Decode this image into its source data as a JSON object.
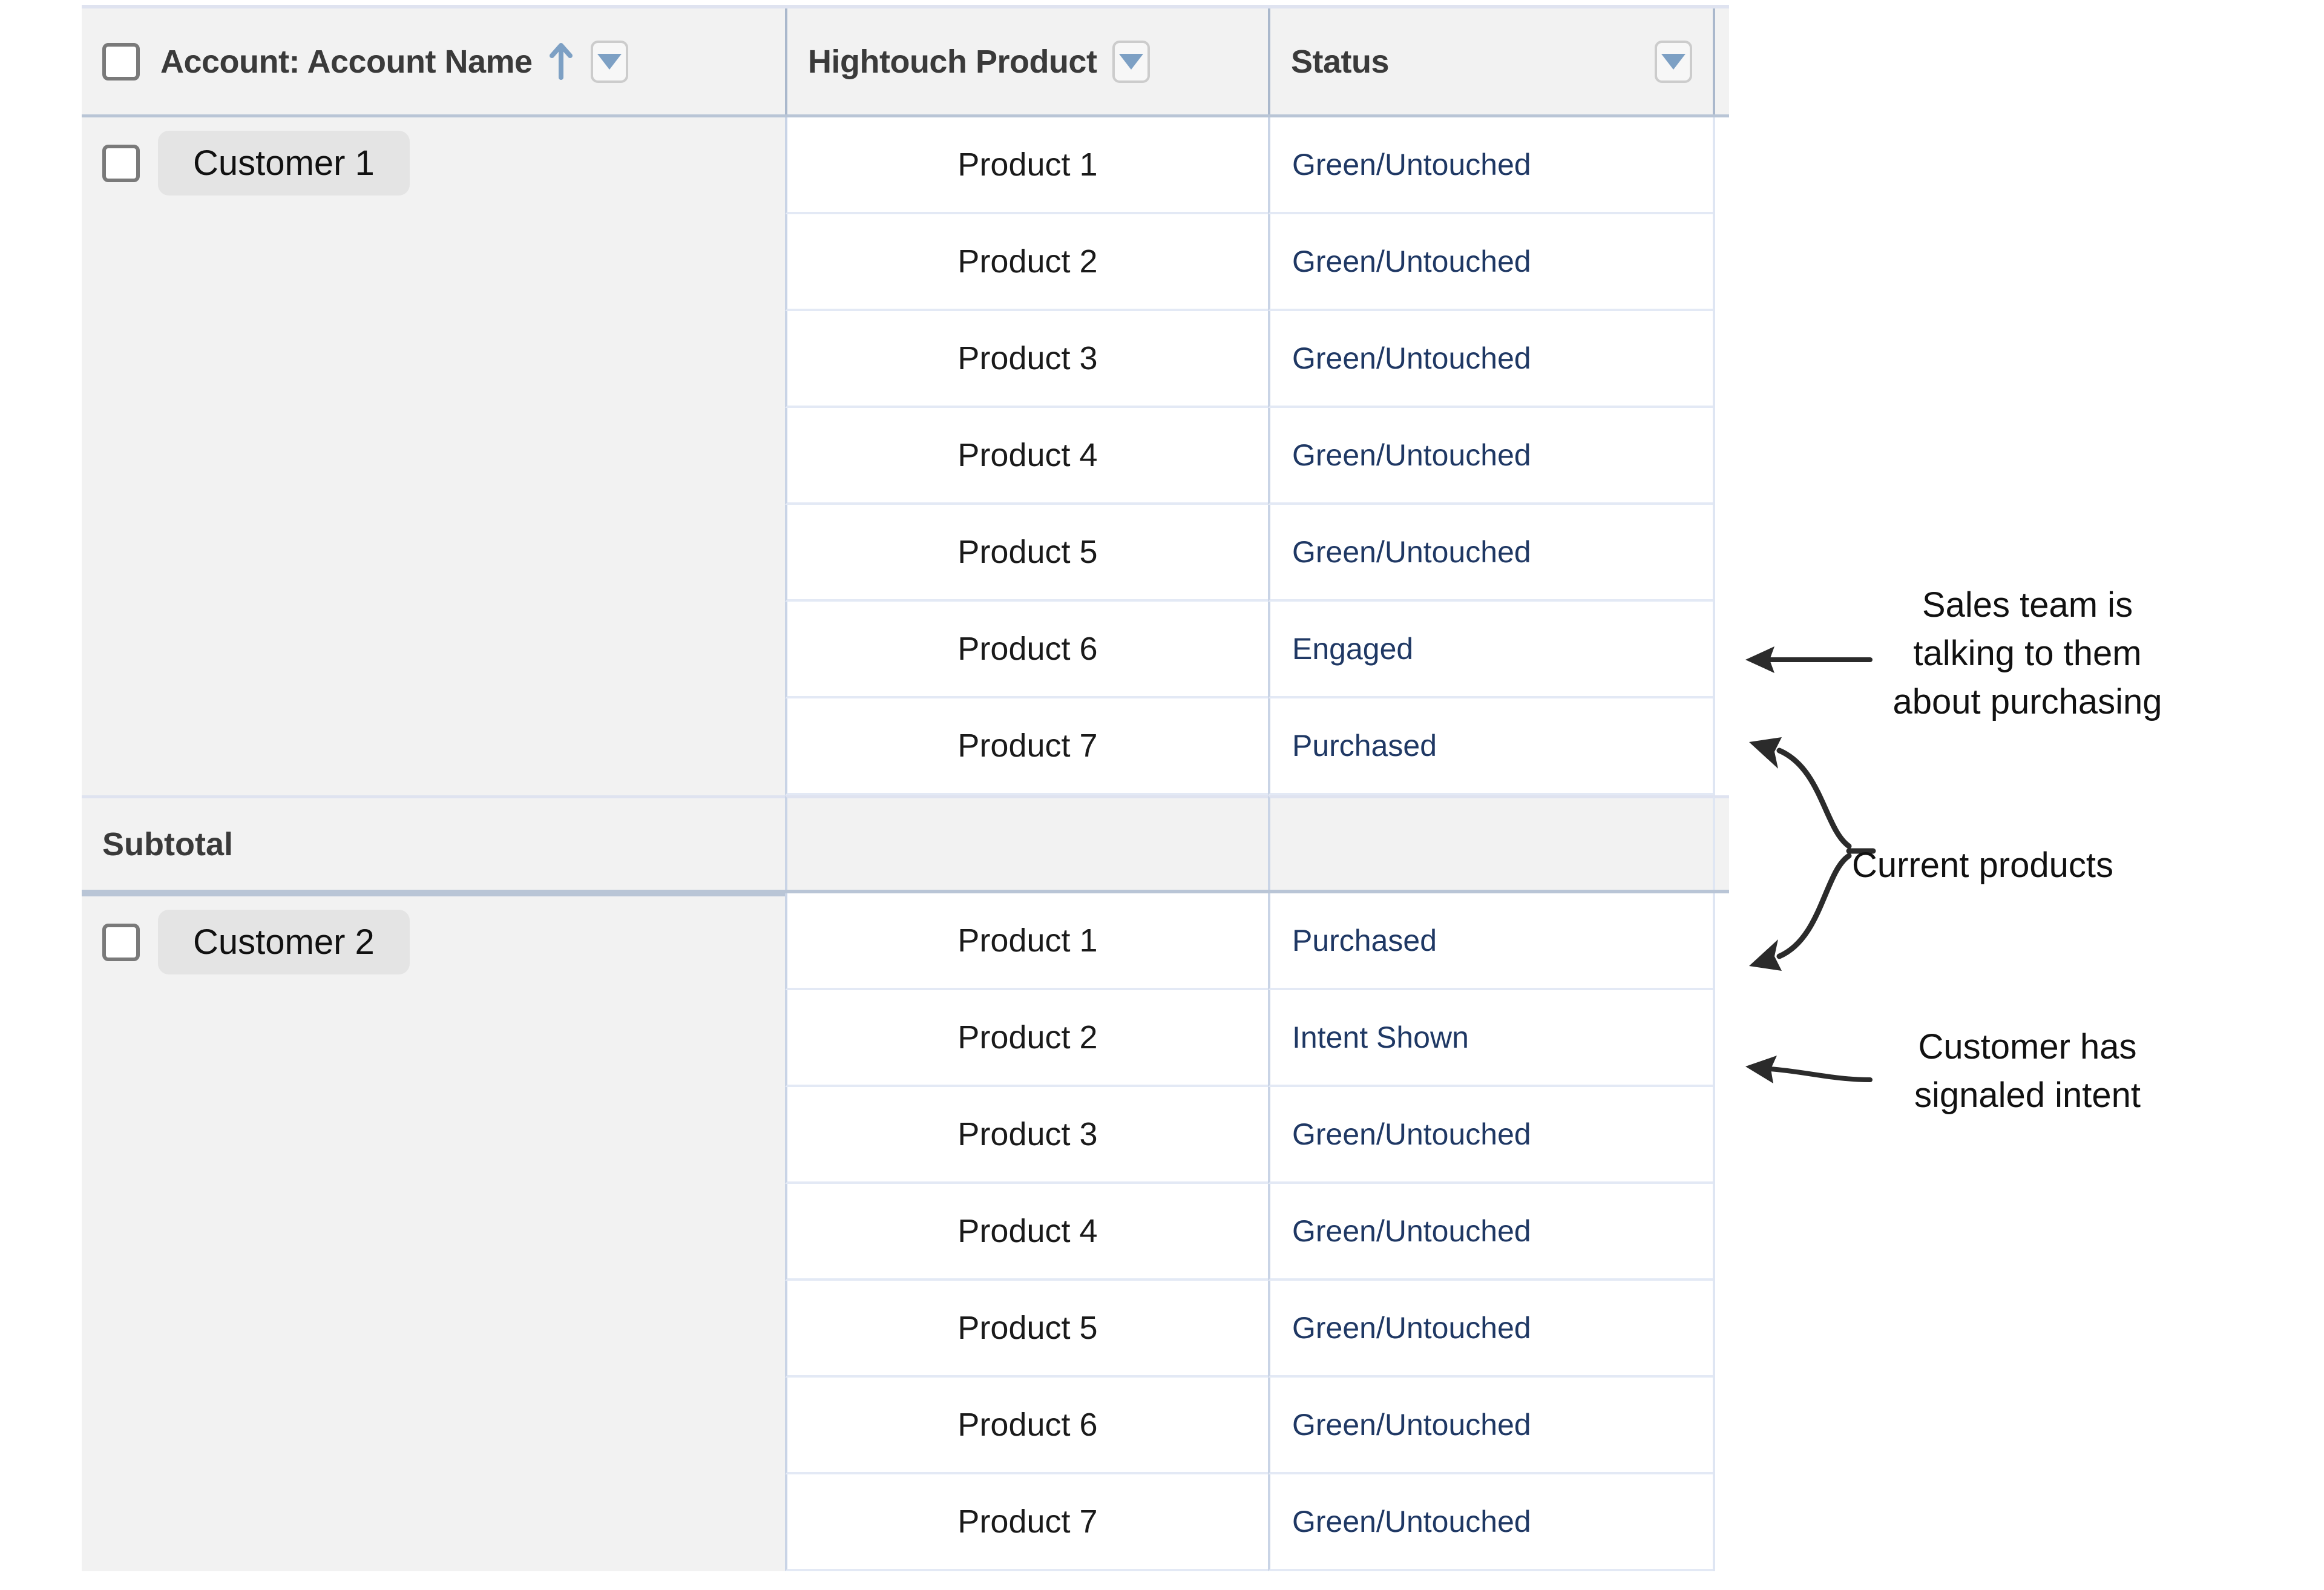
{
  "table": {
    "columns": [
      {
        "label": "Account: Account Name",
        "sorted": true,
        "sort_direction": "ascending",
        "has_filter": true
      },
      {
        "label": "Hightouch Product",
        "has_filter": true
      },
      {
        "label": "Status",
        "has_filter": true
      }
    ],
    "subtotal_label": "Subtotal",
    "groups": [
      {
        "account": "Customer 1",
        "rows": [
          {
            "product": "Product 1",
            "status": "Green/Untouched"
          },
          {
            "product": "Product 2",
            "status": "Green/Untouched"
          },
          {
            "product": "Product 3",
            "status": "Green/Untouched"
          },
          {
            "product": "Product 4",
            "status": "Green/Untouched"
          },
          {
            "product": "Product 5",
            "status": "Green/Untouched"
          },
          {
            "product": "Product 6",
            "status": "Engaged"
          },
          {
            "product": "Product 7",
            "status": "Purchased"
          }
        ],
        "has_subtotal": true
      },
      {
        "account": "Customer 2",
        "rows": [
          {
            "product": "Product 1",
            "status": "Purchased"
          },
          {
            "product": "Product 2",
            "status": "Intent Shown"
          },
          {
            "product": "Product 3",
            "status": "Green/Untouched"
          },
          {
            "product": "Product 4",
            "status": "Green/Untouched"
          },
          {
            "product": "Product 5",
            "status": "Green/Untouched"
          },
          {
            "product": "Product 6",
            "status": "Green/Untouched"
          },
          {
            "product": "Product 7",
            "status": "Green/Untouched"
          }
        ],
        "has_subtotal": false
      }
    ]
  },
  "annotations": {
    "sales": "Sales team is\ntalking to them\nabout purchasing",
    "current_products": "Current products",
    "intent": "Customer has\nsignaled intent"
  },
  "colors": {
    "status_text": "#1f3864",
    "header_background": "#f2f2f2",
    "header_text": "#3a3a3a",
    "grid_line": "#c9d4e6",
    "group_divider": "#b9c5d6",
    "chip_background": "#e4e4e4",
    "filter_triangle": "#7da0c4",
    "sort_arrow": "#7da0c4",
    "annotation_text": "#111111"
  },
  "icons": {
    "sort_ascending": "sort-ascending-arrow",
    "filter": "filter-dropdown-triangle",
    "checkbox": "checkbox-unchecked"
  }
}
